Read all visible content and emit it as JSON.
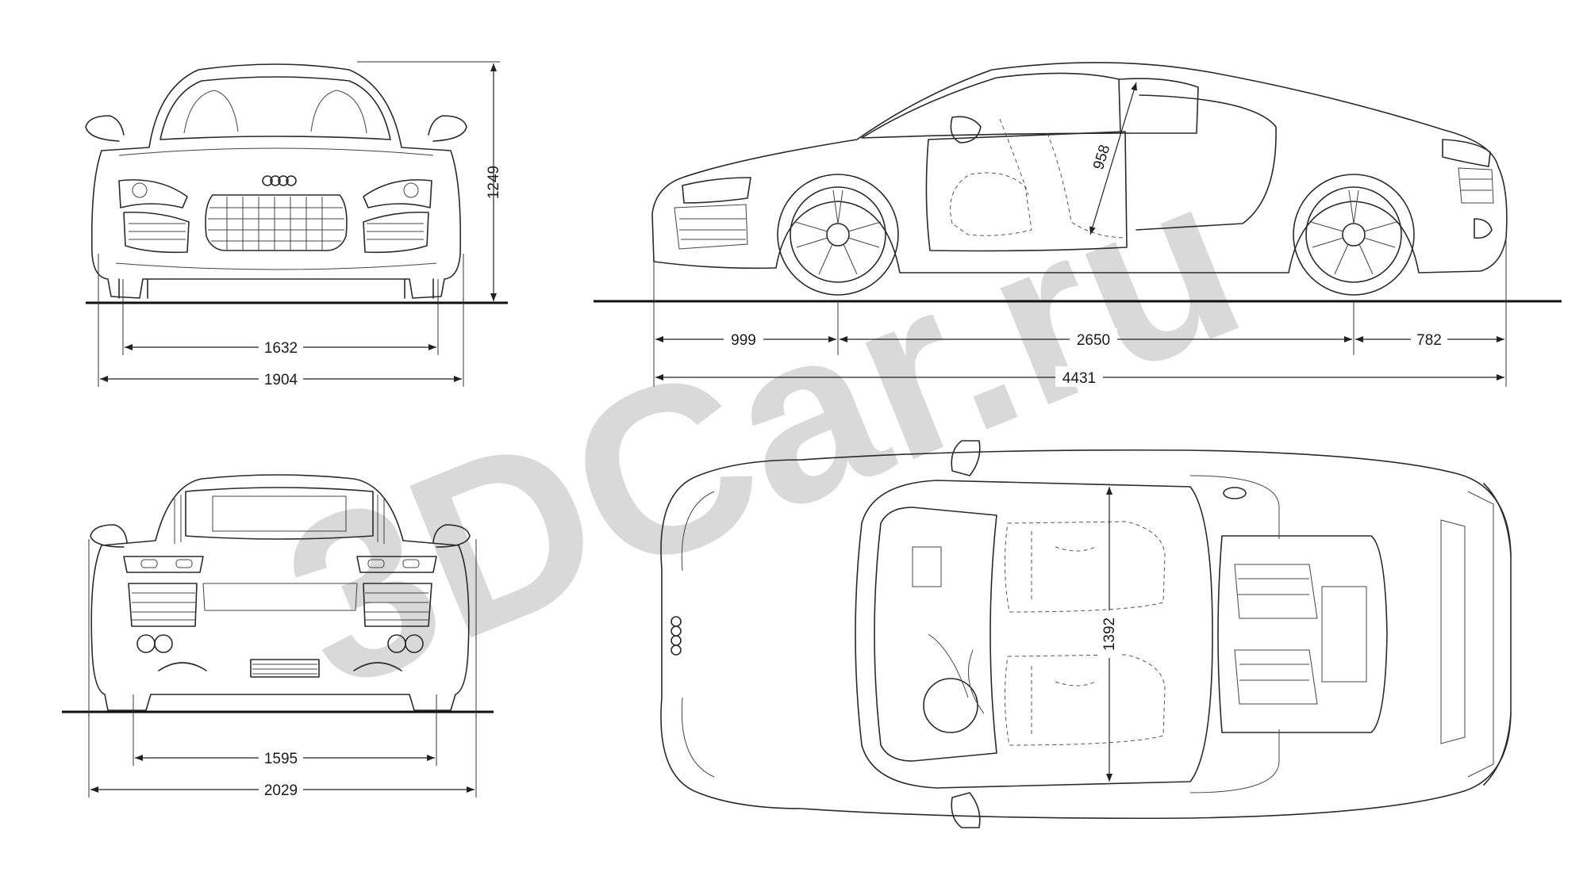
{
  "watermark": {
    "text": "3DCar.ru",
    "color": "#cfcfcf"
  },
  "views": {
    "front": {
      "height": "1249",
      "track": "1632",
      "width": "1904"
    },
    "side": {
      "front_overhang": "999",
      "wheelbase": "2650",
      "rear_overhang": "782",
      "length": "4431",
      "door_opening": "958"
    },
    "rear": {
      "track": "1595",
      "width_mirrors": "2029"
    },
    "top": {
      "cabin_width": "1392"
    }
  },
  "colors": {
    "line": "#2a2a2a",
    "watermark": "#cfcfcf",
    "background": "#ffffff"
  }
}
